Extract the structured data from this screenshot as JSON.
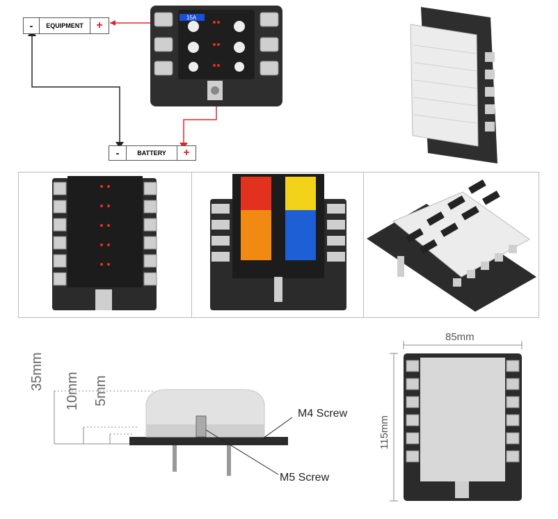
{
  "wiring": {
    "equipment_label": "EQUIPMENT",
    "battery_label": "BATTERY",
    "minus": "-",
    "plus": "+",
    "fuse_rating": "15A"
  },
  "dimensions": {
    "width": "85mm",
    "length": "115mm",
    "height_total": "35mm",
    "height_mid": "10mm",
    "height_low": "5mm",
    "m4_screw": "M4 Screw",
    "m5_screw": "M5 Screw"
  },
  "colors": {
    "wire_red": "#d62828",
    "wire_black": "#222222",
    "body_dark": "#2b2b2b",
    "fuse_red": "#e2321e",
    "fuse_yellow": "#f3d21a",
    "fuse_orange": "#f08a12",
    "fuse_blue": "#1f5fd6",
    "cover_clear": "#e6e6e6"
  }
}
